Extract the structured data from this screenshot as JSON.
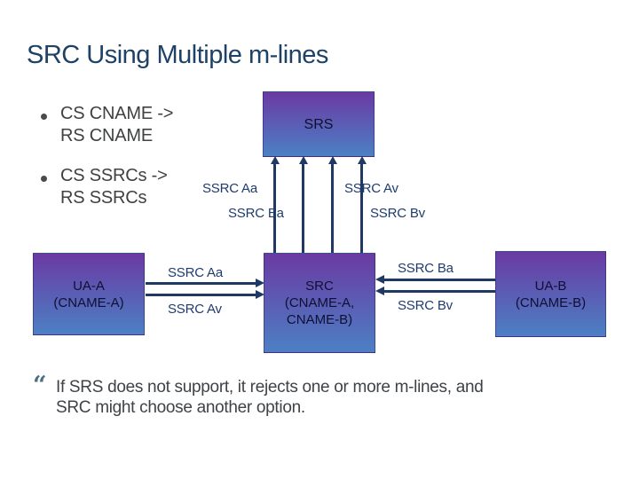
{
  "slide": {
    "title": "SRC Using Multiple m-lines"
  },
  "bullets": [
    {
      "lines": [
        "CS CNAME ->",
        "RS CNAME"
      ]
    },
    {
      "lines": [
        "CS SSRCs ->",
        "RS SSRCs"
      ]
    }
  ],
  "diagram": {
    "srs_box": {
      "label": "SRS"
    },
    "ua_a_box": {
      "lines": [
        "UA-A",
        "(CNAME-A)"
      ]
    },
    "src_box": {
      "lines": [
        "SRC",
        "(CNAME-A,",
        "CNAME-B)"
      ]
    },
    "ua_b_box": {
      "lines": [
        "UA-B",
        "(CNAME-B)"
      ]
    },
    "src_to_srs_labels": [
      "SSRC Aa",
      "SSRC Ba",
      "SSRC Av",
      "SSRC Bv"
    ],
    "ua_a_to_src_labels": [
      "SSRC Aa",
      "SSRC Av"
    ],
    "ua_b_to_src_labels": [
      "SSRC Ba",
      "SSRC Bv"
    ]
  },
  "footer": {
    "marker": "“",
    "lines": [
      "If SRS does not support, it rejects one or more m-lines, and",
      "SRC might choose another option."
    ]
  },
  "colors": {
    "title": "#1E4265",
    "box_gradient_top": "#6A3AA3",
    "box_gradient_bottom": "#4C80C4",
    "arrow": "#1F3864",
    "flow_label": "#1F3C6E",
    "body_text": "#3F4347"
  }
}
